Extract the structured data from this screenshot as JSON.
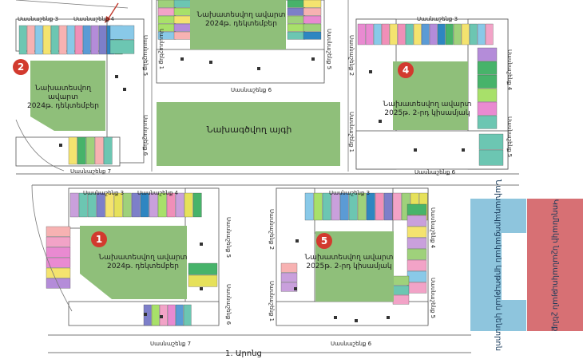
{
  "map": {
    "section_label": "Սասնաշենք",
    "sec_3_a": "Սասնաշենք 3",
    "sec_4_a": "Սասնաշենք 4",
    "sec_1_b": "Սասնաշենք 1",
    "sec_5_b": "Սասնաշենք 5",
    "sec_6_b": "Սասնաշենք 6",
    "sec_5_c": "Սասնաշենք 5",
    "sec_6_c": "Սասնաշենք 6",
    "sec_7_c": "Սասնաշենք 7",
    "sec_3_d": "Սասնաշենք 3",
    "sec_2_d": "Սասնաշենք 2",
    "sec_1_d": "Սասնաշենք 1",
    "sec_4_d": "Սասնաշենք 4",
    "sec_5_d": "Սասնաշենք 5",
    "sec_6_d": "Սասնաշենք 6",
    "sec_3_e": "Սասնաշենք 3",
    "sec_4_e": "Սասնաշենք 4",
    "sec_5_e": "Սասնաշենք 5",
    "sec_6_e": "Սասնաշենք 6",
    "sec_7_e": "Սասնաշենք 7",
    "sec_3_f": "Սասնաշենք 3",
    "sec_2_f": "Սասնաշենք 2",
    "sec_1_f": "Սասնաշենք 1",
    "sec_4_f": "Սասնաշենք 4",
    "sec_5_f": "Սասնաշենք 5",
    "sec_6_f": "Սասնաշենք 6",
    "yard_2": "Նախատեսվող ավարտ\n2024թ. դեկտեմբեր",
    "yard_top": "Նախատեսվող ավարտ\n2024թ. դեկտեմբեր",
    "yard_4": "Նախատեսվող ավարտ\n2025թ. 2-րդ կիսամյակ",
    "park": "Նախագծվող այգի",
    "yard_1": "Նախատեսվող ավարտ\n2024թ. դեկտեմբեր",
    "yard_5": "Նախատեսվող ավարտ\n2025թ. 2-րդ կիսամյակ",
    "marker_2": "2",
    "marker_4": "4",
    "marker_1": "1",
    "marker_5": "5",
    "road": "1․ Արոնց",
    "blue_building": "Նախադպրոցական կրթության կենտրոն",
    "red_building": "Կողմնակի նշանակության շենք"
  },
  "colors": {
    "yard_green": "#8fbf7a",
    "marker_red": "#d23a2e",
    "blue_building": "#8ec5dd",
    "red_building": "#d77074",
    "building_outline": "#555555",
    "arrow": "#c0392b"
  },
  "palette": [
    "#f2a3c7",
    "#89c9e8",
    "#9fd17b",
    "#f4e36f",
    "#7d7fc9",
    "#e98ad1",
    "#b48cd9",
    "#6cc6b2",
    "#f7b2b2",
    "#5b9bd5",
    "#47b36a",
    "#e6e15a",
    "#2e86c1",
    "#c9a0dc",
    "#f08fb8",
    "#a8e06a"
  ]
}
